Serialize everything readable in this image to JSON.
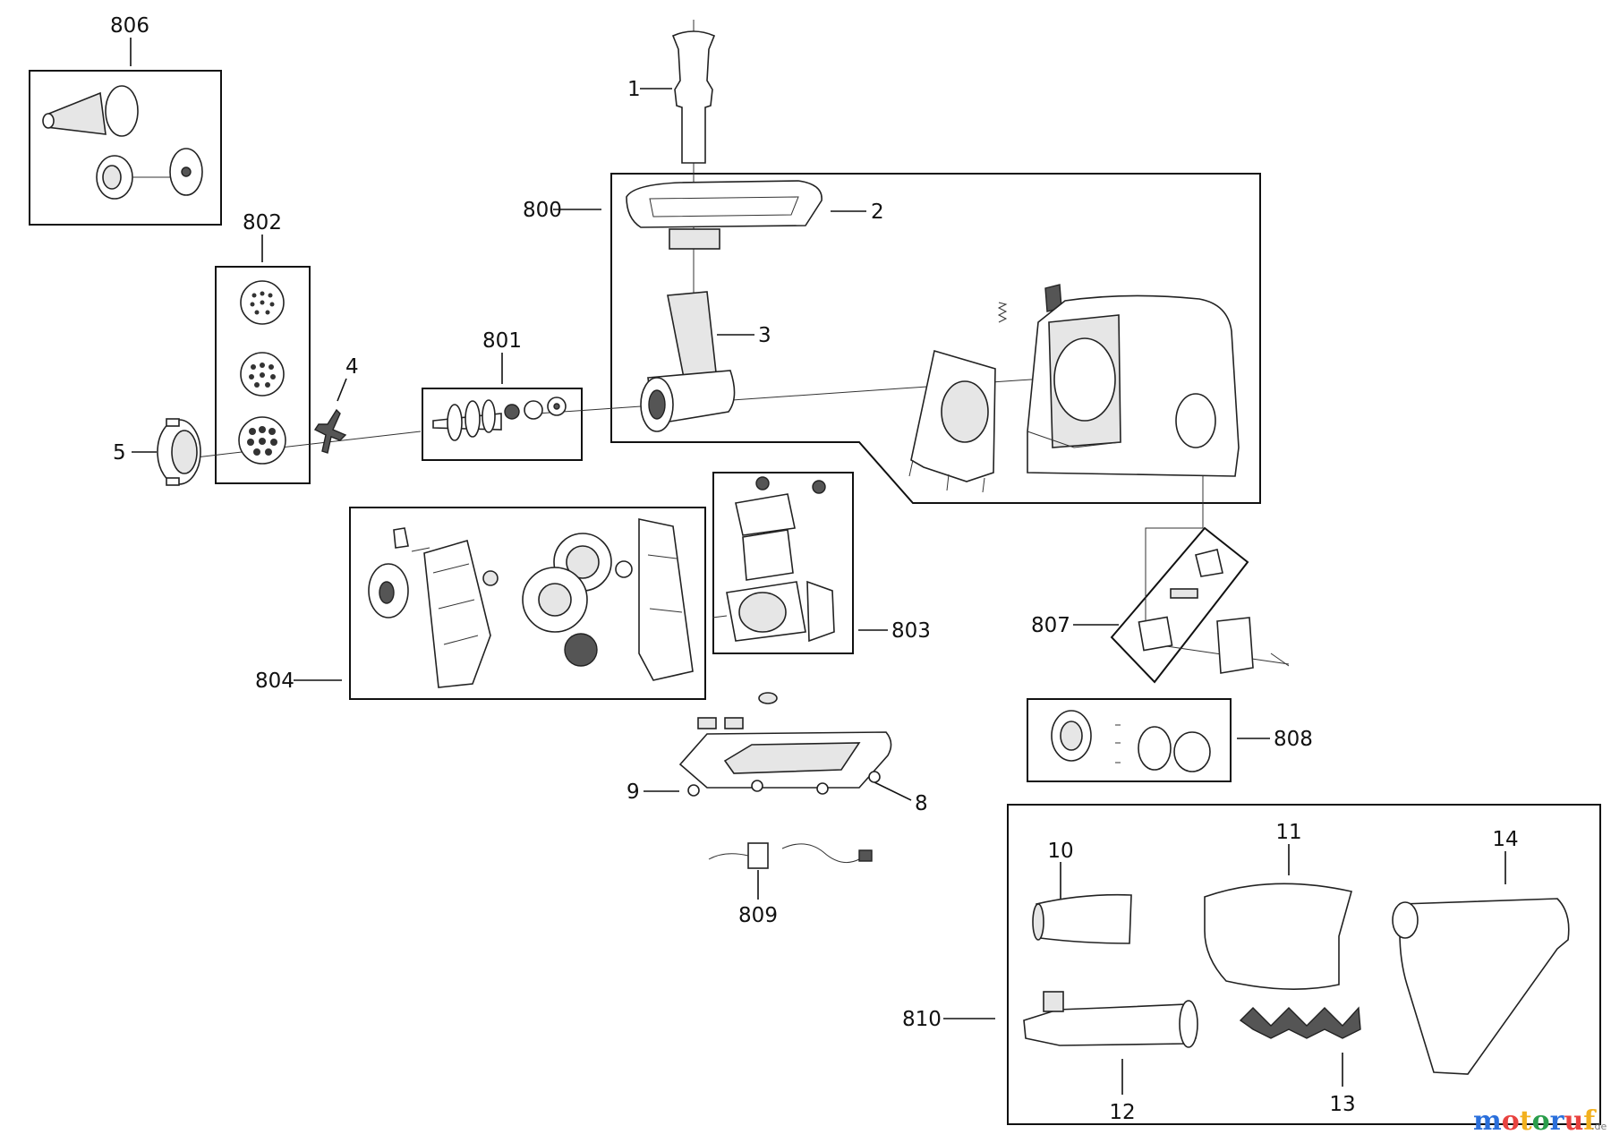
{
  "labels": {
    "l806": "806",
    "l802": "802",
    "l801": "801",
    "l800": "800",
    "l1": "1",
    "l2": "2",
    "l3": "3",
    "l4": "4",
    "l5": "5",
    "l803": "803",
    "l804": "804",
    "l807": "807",
    "l808": "808",
    "l9": "9",
    "l8": "8",
    "l809": "809",
    "l810": "810",
    "l10": "10",
    "l11": "11",
    "l12": "12",
    "l13": "13",
    "l14": "14"
  },
  "watermark": {
    "letters": [
      "m",
      "o",
      "t",
      "o",
      "r",
      "u",
      "f"
    ],
    "letter_colors": [
      "#2a6fdb",
      "#e8423f",
      "#f2b01e",
      "#2a9d4b",
      "#2a6fdb",
      "#e8423f",
      "#f2b01e"
    ],
    "suffix": ".de"
  }
}
